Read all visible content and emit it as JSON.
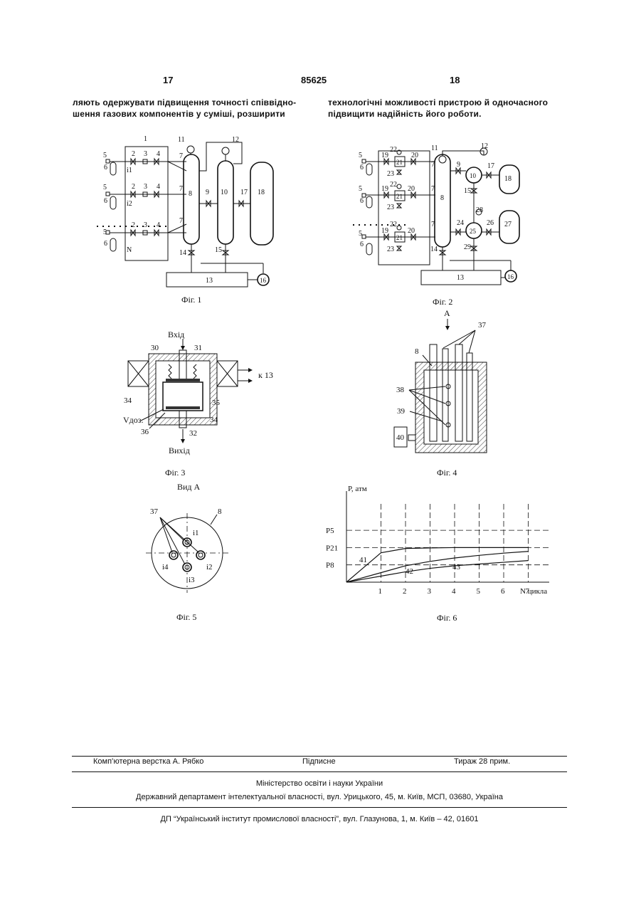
{
  "header": {
    "page_left": "17",
    "patent_number": "85625",
    "page_right": "18"
  },
  "text": {
    "left_column": [
      "ляють одержувати підвищення точності співвідно-",
      "шення газових компонентів у суміші, розширити"
    ],
    "right_column": [
      "технологічні можливості пристрою й одночасного",
      "підвищити надійність його роботи."
    ]
  },
  "figures": {
    "fig1": {
      "caption": "Фіг. 1",
      "labels": {
        "n1": "1",
        "n2": "2",
        "n3": "3",
        "n4": "4",
        "n5": "5",
        "n6": "6",
        "n7": "7",
        "n8": "8",
        "n9": "9",
        "n10": "10",
        "n11": "11",
        "n12": "12",
        "n13": "13",
        "n14": "14",
        "n15": "15",
        "n16": "16",
        "n17": "17",
        "n18": "18",
        "i1": "i1",
        "i2": "i2",
        "N": "N"
      }
    },
    "fig2": {
      "caption": "Фіг. 2",
      "labels": {
        "n5": "5",
        "n6": "6",
        "n7": "7",
        "n8": "8",
        "n9": "9",
        "n10": "10",
        "n11": "11",
        "n12": "12",
        "n13": "13",
        "n14": "14",
        "n16": "16",
        "n17": "17",
        "n18": "18",
        "n19": "19",
        "n20": "20",
        "n21": "21",
        "n22": "22",
        "n23": "23",
        "n24": "24",
        "n25": "25",
        "n26": "26",
        "n27": "27",
        "n28": "28",
        "n29": "29",
        "n15": "15"
      }
    },
    "fig3": {
      "caption": "Фіг. 3",
      "labels": {
        "inlet": "Вхід",
        "outlet": "Вихід",
        "to13": "к 13",
        "vdoz": "Vдоз.",
        "n30": "30",
        "n31": "31",
        "n32": "32",
        "n34a": "34",
        "n34b": "34",
        "n35": "35",
        "n36": "36"
      }
    },
    "fig4": {
      "caption": "Фіг. 4",
      "labels": {
        "A": "A",
        "n37": "37",
        "n8": "8",
        "n38": "38",
        "n39": "39",
        "n40": "40"
      }
    },
    "fig5": {
      "caption": "Фіг. 5",
      "title": "Вид А",
      "labels": {
        "n37": "37",
        "n8": "8",
        "i1": "i1",
        "i2": "i2",
        "i3": "i3",
        "i4": "i4"
      }
    },
    "fig6": {
      "caption": "Фіг. 6",
      "ylabel": "P, атм",
      "xlabel": "N цикла",
      "y_ticks": [
        "P5",
        "P21",
        "P8"
      ],
      "x_ticks": [
        "1",
        "2",
        "3",
        "4",
        "5",
        "6",
        "7"
      ],
      "curve_labels": [
        "41",
        "42",
        "43"
      ]
    }
  },
  "chart_data": {
    "type": "line",
    "xlabel": "N цикла",
    "ylabel": "P, атм",
    "x": [
      0,
      1,
      2,
      3,
      4,
      5,
      6,
      7
    ],
    "y_levels": [
      {
        "label": "P5",
        "value": 3
      },
      {
        "label": "P21",
        "value": 2
      },
      {
        "label": "P8",
        "value": 1
      }
    ],
    "series": [
      {
        "name": "41",
        "values": [
          0,
          1.7,
          1.95,
          1.98,
          2.0,
          2.0,
          2.0,
          2.0
        ]
      },
      {
        "name": "42",
        "values": [
          0,
          0.55,
          0.95,
          1.2,
          1.4,
          1.55,
          1.68,
          1.78
        ]
      },
      {
        "name": "43",
        "values": [
          0,
          0.35,
          0.6,
          0.8,
          0.95,
          1.05,
          1.15,
          1.25
        ]
      }
    ]
  },
  "footer": {
    "layout": "Комп’ютерна верстка А. Рябко",
    "signed": "Підписне",
    "circulation": "Тираж 28 прим.",
    "ministry": "Міністерство освіти і науки України",
    "department": "Державний департамент інтелектуальної власності, вул. Урицького, 45, м. Київ, МСП, 03680, Україна",
    "institute": "ДП “Український інститут промислової власності”, вул. Глазунова, 1, м. Київ – 42, 01601"
  }
}
